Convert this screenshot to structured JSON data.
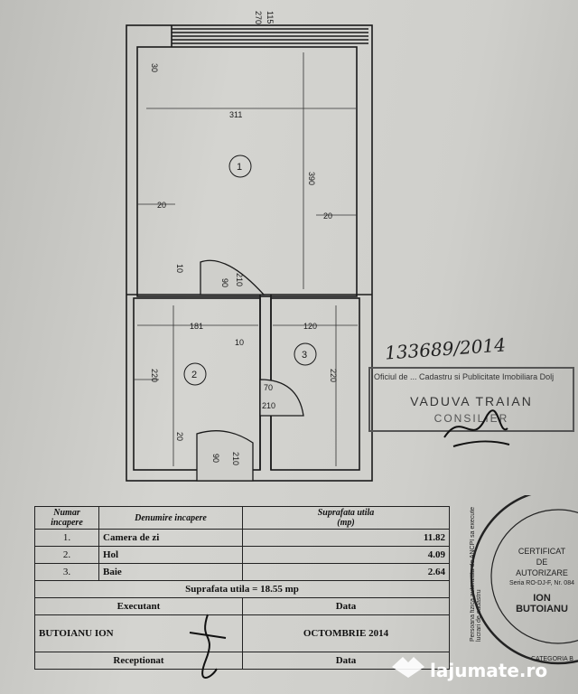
{
  "plan": {
    "dims": {
      "top_outer": "270",
      "top_inner": "115",
      "d30": "30",
      "d311": "311",
      "d390": "390",
      "d20_left": "20",
      "d20_right": "20",
      "d10_upper": "10",
      "door1_w": "90",
      "door1_h": "210",
      "d181": "181",
      "d10_hall": "10",
      "d120": "120",
      "d220_left": "220",
      "d220_right": "220",
      "door3_w": "70",
      "door3_h": "210",
      "d20_bottom": "20",
      "door_entry_w": "90",
      "door_entry_h": "210"
    },
    "rooms": [
      "1",
      "2",
      "3"
    ]
  },
  "annotation": {
    "handwritten_number": "133689/2014",
    "stamp_header": "Oficiul de ... Cadastru si Publicitate Imobiliara Dolj",
    "stamp_name": "VADUVA TRAIAN",
    "stamp_role": "CONSILIER"
  },
  "table": {
    "headers": {
      "nr": "Numar incapere",
      "name": "Denumire incapere",
      "area": "Suprafata utila",
      "area_unit": "(mp)"
    },
    "rows": [
      {
        "nr": "1.",
        "name": "Camera de zi",
        "area": "11.82"
      },
      {
        "nr": "2.",
        "name": "Hol",
        "area": "4.09"
      },
      {
        "nr": "3.",
        "name": "Baie",
        "area": "2.64"
      }
    ],
    "total": "Suprafata utila = 18.55 mp",
    "executant_label": "Executant",
    "date_label": "Data",
    "executant_name": "BUTOIANU ION",
    "executant_date": "OCTOMBRIE 2014",
    "receptionat_label": "Receptionat",
    "date_label_2": "Data"
  },
  "seal": {
    "line1": "CERTIFICAT",
    "line2": "DE",
    "line3": "AUTORIZARE",
    "line4": "Seria RO-DJ-F, Nr. 084",
    "line5": "ION",
    "line6": "BUTOIANU",
    "ring_text": "Persoana fizica autorizata de ANCPI sa execute lucrari de cadastru",
    "category": "CATEGORIA B"
  },
  "watermark": {
    "text": "lajumate.ro"
  }
}
